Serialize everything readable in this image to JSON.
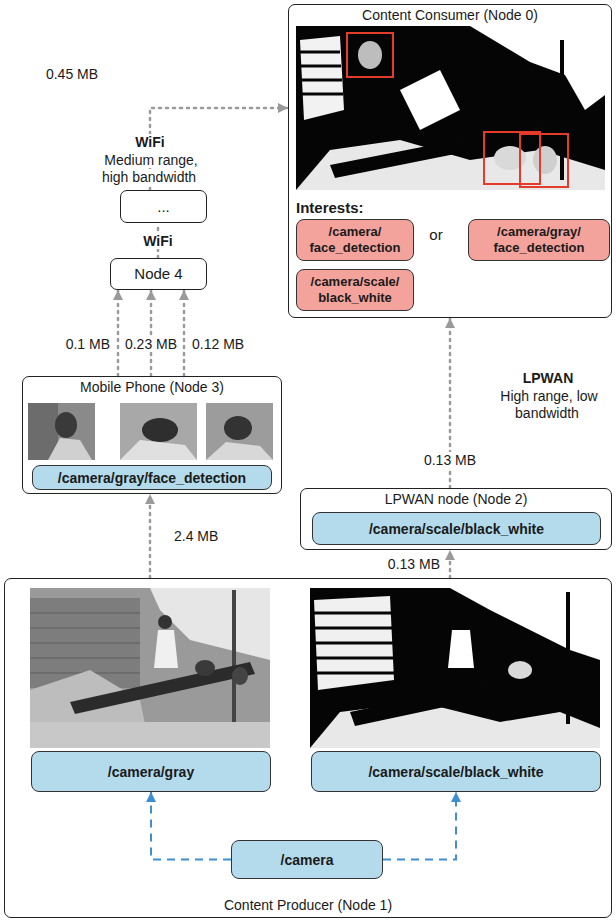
{
  "diagram": {
    "nodes": [
      {
        "text": [
          "Content Consumer (Node 0)",
          "Interests:"
        ]
      },
      {
        "text": [
          "/camera/ face_detection"
        ],
        "in": 0
      },
      {
        "text": [
          "/camera/gray/ face_detection"
        ],
        "in": 0
      },
      {
        "text": [
          "/camera/scale/ black_white"
        ],
        "in": 0
      },
      {
        "text": [
          "..."
        ]
      },
      {
        "text": [
          "Node 4"
        ]
      },
      {
        "text": [
          "Mobile Phone (Node 3)"
        ]
      },
      {
        "text": [
          "/camera/gray/face_detection"
        ],
        "in": 6
      },
      {
        "text": [
          "LPWAN node (Node 2)"
        ]
      },
      {
        "text": [
          "/camera/scale/black_white"
        ],
        "in": 8
      },
      {
        "text": [
          "Content Producer (Node 1)"
        ]
      },
      {
        "text": [
          "/camera/gray"
        ],
        "in": 10
      },
      {
        "text": [
          "/camera/scale/black_white"
        ],
        "in": 10
      },
      {
        "text": [
          "/camera"
        ],
        "in": 10
      }
    ],
    "edges": [
      {
        "from": 4,
        "to": 0,
        "arrow": "to",
        "label": "0.45 MB"
      },
      {
        "from": 5,
        "to": 4,
        "arrow": "none"
      },
      {
        "from": 6,
        "to": 5,
        "arrow": "to",
        "label": "0.1 MB"
      },
      {
        "from": 6,
        "to": 5,
        "arrow": "to",
        "label": "0.23 MB"
      },
      {
        "from": 6,
        "to": 5,
        "arrow": "to",
        "label": "0.12 MB"
      },
      {
        "from": 8,
        "to": 0,
        "arrow": "to",
        "label": "0.13 MB"
      },
      {
        "from": 10,
        "to": 6,
        "arrow": "to",
        "label": "2.4 MB"
      },
      {
        "from": 10,
        "to": 8,
        "arrow": "to",
        "label": "0.13 MB"
      },
      {
        "from": 13,
        "to": 11,
        "arrow": "to"
      },
      {
        "from": 13,
        "to": 12,
        "arrow": "to"
      }
    ],
    "labels": [
      "WiFi",
      "Medium range, high bandwidth",
      "WiFi",
      "LPWAN",
      "High range, low bandwidth",
      "or"
    ]
  }
}
